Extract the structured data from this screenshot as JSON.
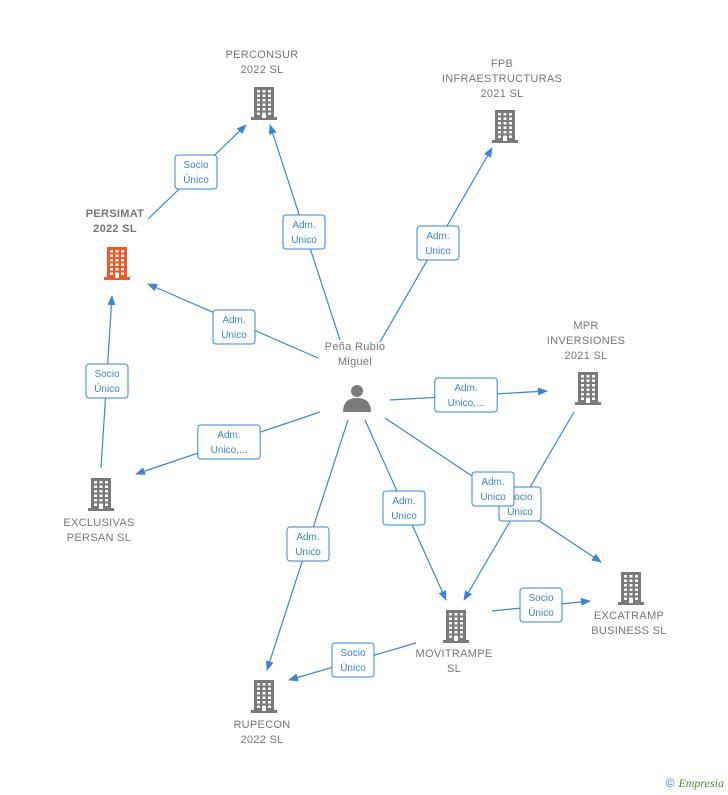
{
  "colors": {
    "edge": "#3a85d6",
    "building": "#7a7a7a",
    "highlight": "#ee5a2a",
    "label": "#777777"
  },
  "nodes": {
    "person": {
      "lines": [
        "Peña Rubio",
        "Miguel"
      ],
      "icon": "person-icon"
    },
    "perconsur": {
      "lines": [
        "PERCONSUR",
        "2022  SL"
      ],
      "icon": "building-icon"
    },
    "fpb": {
      "lines": [
        "FPB",
        "INFRAESTRUCTURAS",
        "2021  SL"
      ],
      "icon": "building-icon"
    },
    "persimat": {
      "lines": [
        "PERSIMAT",
        "2022  SL"
      ],
      "icon": "building-icon"
    },
    "mpr": {
      "lines": [
        "MPR",
        "INVERSIONES",
        "2021  SL"
      ],
      "icon": "building-icon"
    },
    "exclusivas": {
      "lines": [
        "EXCLUSIVAS",
        "PERSAN  SL"
      ],
      "icon": "building-icon"
    },
    "excatramp": {
      "lines": [
        "EXCATRAMP",
        "BUSINESS  SL"
      ],
      "icon": "building-icon"
    },
    "movitrampe": {
      "lines": [
        "MOVITRAMPE",
        "SL"
      ],
      "icon": "building-icon"
    },
    "rupecon": {
      "lines": [
        "RUPECON",
        "2022  SL"
      ],
      "icon": "building-icon"
    }
  },
  "edges": [
    {
      "id": "persimat-perconsur",
      "lines": [
        "Socio",
        "Único"
      ]
    },
    {
      "id": "person-perconsur",
      "lines": [
        "Adm.",
        "Unico"
      ]
    },
    {
      "id": "person-fpb",
      "lines": [
        "Adm.",
        "Unico"
      ]
    },
    {
      "id": "person-persimat",
      "lines": [
        "Adm.",
        "Unico"
      ]
    },
    {
      "id": "exclusivas-persimat",
      "lines": [
        "Socio",
        "Único"
      ]
    },
    {
      "id": "person-mpr",
      "lines": [
        "Adm.",
        "Unico,..."
      ]
    },
    {
      "id": "person-exclusivas",
      "lines": [
        "Adm.",
        "Unico,..."
      ]
    },
    {
      "id": "mpr-movitrampe",
      "lines": [
        "Socio",
        "Único"
      ]
    },
    {
      "id": "person-excatramp",
      "lines": [
        "Adm.",
        "Unico"
      ]
    },
    {
      "id": "person-movitrampe",
      "lines": [
        "Adm.",
        "Unico"
      ]
    },
    {
      "id": "person-rupecon",
      "lines": [
        "Adm.",
        "Unico"
      ]
    },
    {
      "id": "movitrampe-excatramp",
      "lines": [
        "Socio",
        "Único"
      ]
    },
    {
      "id": "movitrampe-rupecon",
      "lines": [
        "Socio",
        "Único"
      ]
    }
  ],
  "brand": {
    "copyright": "©",
    "name": "Empresia"
  }
}
